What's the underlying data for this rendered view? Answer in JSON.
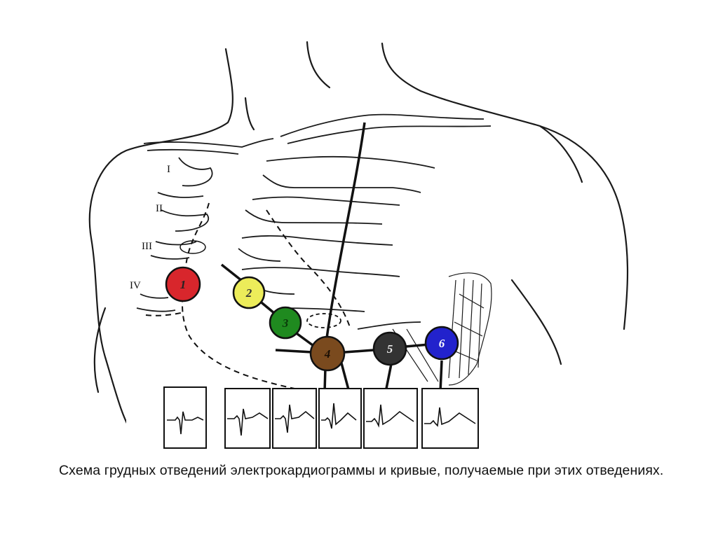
{
  "rib_labels": [
    "I",
    "II",
    "III",
    "IV"
  ],
  "electrodes": [
    {
      "label": "1",
      "color": "#d8262c",
      "text_color": "#222222"
    },
    {
      "label": "2",
      "color": "#ecec5a",
      "text_color": "#333333"
    },
    {
      "label": "3",
      "color": "#1f8a1f",
      "text_color": "#0a3a0a"
    },
    {
      "label": "4",
      "color": "#7a4a1e",
      "text_color": "#1a0f05"
    },
    {
      "label": "5",
      "color": "#333333",
      "text_color": "#e8e8e8"
    },
    {
      "label": "6",
      "color": "#2222cc",
      "text_color": "#ffffff"
    }
  ],
  "caption": "Схема грудных отведений электрокардиограммы и кривые, получаемые при этих отведениях."
}
